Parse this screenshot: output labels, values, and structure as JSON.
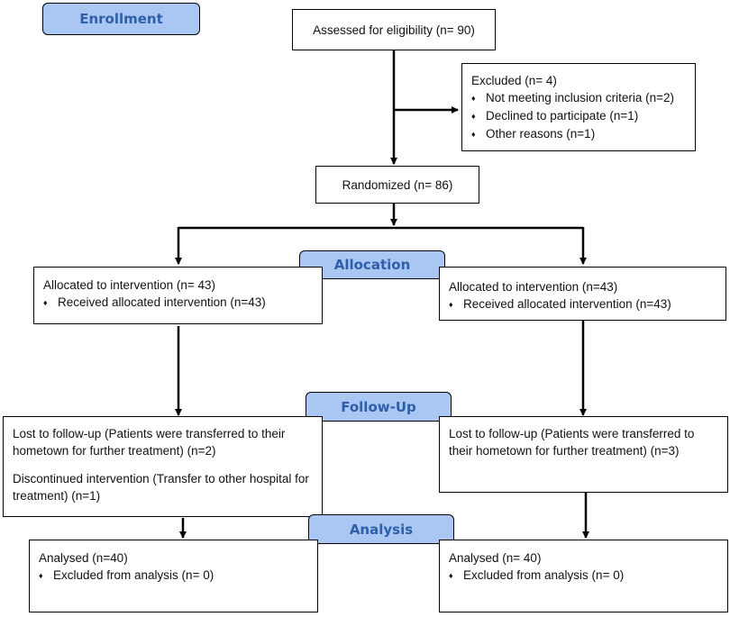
{
  "stages": {
    "enrollment": "Enrollment",
    "allocation": "Allocation",
    "follow_up": "Follow-Up",
    "analysis": "Analysis"
  },
  "assessed": "Assessed for eligibility (n= 90)",
  "excluded": {
    "title": "Excluded (n= 4)",
    "items": [
      "Not meeting inclusion criteria (n=2)",
      "Declined to participate (n=1)",
      "Other reasons (n=1)"
    ]
  },
  "randomized": "Randomized (n= 86)",
  "allocation_left": {
    "title": "Allocated to intervention (n= 43)",
    "item": "Received allocated intervention (n=43)"
  },
  "allocation_right": {
    "title": "Allocated to intervention (n=43)",
    "item": "Received allocated intervention (n=43)"
  },
  "followup_left": {
    "lost": "Lost to follow-up (Patients were transferred to their hometown for further treatment) (n=2)",
    "discontinued": "Discontinued intervention (Transfer to other hospital for treatment) (n=1)"
  },
  "followup_right": {
    "lost": "Lost to follow-up (Patients were transferred to their hometown for further treatment) (n=3)"
  },
  "analysis_left": {
    "title": "Analysed (n=40)",
    "item": "Excluded from analysis (n= 0)"
  },
  "analysis_right": {
    "title": "Analysed (n= 40)",
    "item": "Excluded from analysis (n= 0)"
  },
  "bullet_glyph": "♦",
  "colors": {
    "stage_fill": "#a9c7f2",
    "stage_text": "#2e5fa8",
    "line": "#000000"
  }
}
